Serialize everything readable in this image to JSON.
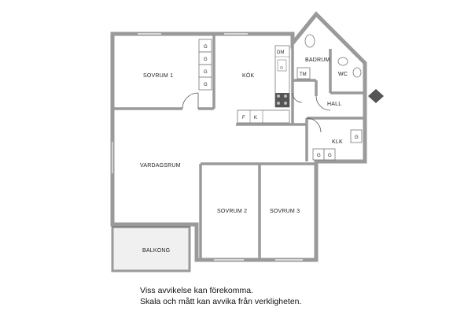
{
  "rooms": {
    "sovrum1": "SOVRUM 1",
    "kok": "KÖK",
    "badrum": "BADRUM",
    "wc": "WC",
    "hall": "HALL",
    "klk": "KLK",
    "vardagsrum": "VARDAGSRUM",
    "sovrum2": "SOVRUM 2",
    "sovrum3": "SOVRUM 3",
    "balkong": "BALKONG"
  },
  "fixtures": {
    "wardrobe": "G",
    "dishwasher": "DM",
    "dryer": "TM",
    "fridge": "K",
    "freezer": "F"
  },
  "notes": {
    "line1": "Viss avvikelse kan förekomma.",
    "line2": "Skala och mått kan avvika från verkligheten."
  }
}
